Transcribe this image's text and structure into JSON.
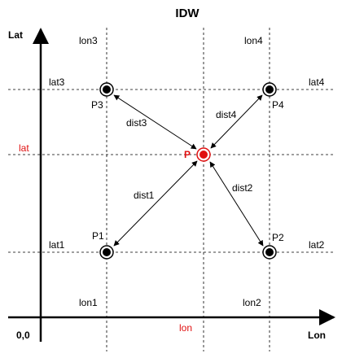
{
  "title": "IDW",
  "axes": {
    "y_label": "Lat",
    "x_label": "Lon",
    "origin_label": "0,0"
  },
  "grid_labels": {
    "lon1": "lon1",
    "lon2": "lon2",
    "lon3": "lon3",
    "lon4": "lon4",
    "lat1": "lat1",
    "lat2": "lat2",
    "lat3": "lat3",
    "lat4": "lat4"
  },
  "target": {
    "label": "P",
    "lat_label": "lat",
    "lon_label": "lon"
  },
  "points": [
    {
      "label": "P1"
    },
    {
      "label": "P2"
    },
    {
      "label": "P3"
    },
    {
      "label": "P4"
    }
  ],
  "distances": {
    "dist1": "dist1",
    "dist2": "dist2",
    "dist3": "dist3",
    "dist4": "dist4"
  },
  "colors": {
    "highlight": "#e01010",
    "line": "#000000",
    "grid": "#000000"
  }
}
